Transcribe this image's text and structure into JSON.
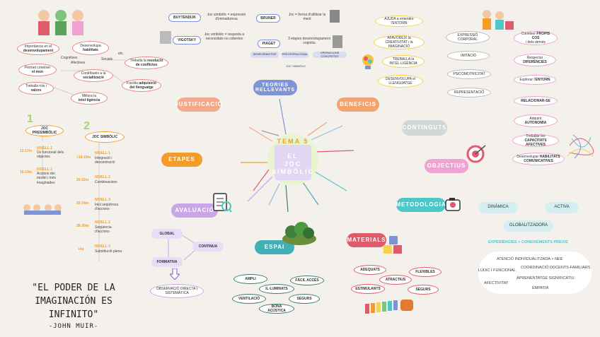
{
  "center": {
    "tema": "TEMA 5",
    "line1": "EL",
    "line2": "JOC",
    "line3": "SIMBÒLIC"
  },
  "branches": {
    "justificacio": "JUSTIFICACIÓ",
    "teories": "TEORIES RELLEVANTS",
    "beneficis": "BENEFICIS",
    "continguts": "CONTINGUTS",
    "objectius": "OBJECTIUS",
    "metodologia": "METODOLOGIA",
    "materials": "MATERIALS",
    "espai": "ESPAI",
    "avaluacio": "AVALUACIÓ",
    "etapes": "ETAPES"
  },
  "justificacio_items": {
    "a": [
      "Importància en el",
      "desenvolupament"
    ],
    "b": [
      "Desenvolupa",
      "habilitats"
    ],
    "c": [
      "Permet conèixer",
      "el mon"
    ],
    "d": [
      "Treballa rols i",
      "valors"
    ],
    "e": [
      "Contribueix a la",
      "socialització"
    ],
    "f": [
      "Millora la",
      "intel·ligència"
    ],
    "g": [
      "Treballa la",
      "resolució de conflictes"
    ],
    "h": [
      "Facilita",
      "adquisició del llenguatge"
    ],
    "cognitives": "Cognitives",
    "socials": "Socials",
    "afectives": "Afectives",
    "etc": "etc."
  },
  "teories_items": {
    "buytendijk": "BUYTENDIJK",
    "buytendijk_text": "Joc simbòlic = expressió d'immaduresa",
    "vigotsky": "VIGOTSKY",
    "vigotsky_text": "Joc simbòlic = resposta a necessitats no cobertes",
    "bruner": "BRUNER",
    "bruner_text": "Joc = forma d'utilitzar la ment",
    "piaget": "PIAGET",
    "piaget_text": "3 etapes desenvolupament cognitiu",
    "piaget_stages": [
      "SENSORIMOTOR",
      "PREOPERACIONAL",
      "OPERACIONS CONCRETES"
    ],
    "piaget_sub": "JOC SIMBÒLIC"
  },
  "beneficis_items": [
    "AJUDA a entendre l'ENTORN",
    "AFAVOREIX la CREATIVITAT i la IMAGINACIÓ",
    "TREBALLA la INTEL·LIGÈNCIA",
    "DESENVOLUPA el LLENGUATGE"
  ],
  "continguts_items": [
    "EXPRESSIÓ CORPORAL",
    "IMITACIÓ",
    "PSICOMOTRICITAT",
    "REPRESENTACIÓ"
  ],
  "objectius_items": {
    "a": [
      "Conèixer",
      "PROPIS COS",
      "i dels demés"
    ],
    "b": [
      "Respectar",
      "DIFERÈNCIES"
    ],
    "c": [
      "Explorar l'",
      "ENTORN"
    ],
    "d": [
      "RELACIONAR-SE"
    ],
    "e": [
      "Adquirir",
      "AUTONOMIA"
    ],
    "f": [
      "Treballar les",
      "CAPACITATS AFECTIVES"
    ],
    "g": [
      "Desenvolupar",
      "HABILITATS COMUNICATIVES"
    ]
  },
  "metodologia_items": {
    "dinamica": "DINÀMICA",
    "activa": "ACTIVA",
    "globalitzadora": "GLOBALITZADORA",
    "experiencies": "EXPERIÈNCIES + CONEIXEMENTS PREVIS",
    "cloud": [
      "ATENCIÓ INDIVIDUALITZADA > NEE",
      "LÚDIC I FUNCIONAL",
      "COORDINACIÓ DOCENTS-FAMILIARS",
      "APRENENTATGE SIGNIFICATIU",
      "AFECTIVITAT",
      "EMPATIA"
    ]
  },
  "materials_items": [
    "ADEQUATS",
    "FLEXIBLES",
    "ATRACTIUS",
    "ESTIMULANTS",
    "SEGURS"
  ],
  "espai_items": [
    "AMPLI",
    "FÀCIL ACCÉS",
    "IL·LUMINATS",
    "VENTILACIÓ",
    "SEGURS",
    "BONA ACÚSTICA"
  ],
  "avaluacio_items": {
    "global": "GLOBAL",
    "continua": "CONTINUA",
    "formativa": "FORMATIVA",
    "observacio": "OBSERVACIÓ DIRECTA I SISTEMÀTICA"
  },
  "etapes_items": {
    "num1": "1",
    "num2": "2",
    "joc_presimbolic": "JOC PRESIMBÒLIC",
    "joc_simbolic": "JOC SIMBÒLIC",
    "left": [
      {
        "age": "12-17m",
        "level": "NIVELL 1",
        "desc": "Ús funcional dels objectes"
      },
      {
        "age": "16-19m",
        "level": "NIVELL 2",
        "desc": "Accions del model i més imaginades"
      }
    ],
    "right": [
      {
        "age": "+18-19m",
        "level": "NIVELL 1",
        "desc": "Integració i descentració"
      },
      {
        "age": "20-22m",
        "level": "NIVELL 2",
        "desc": "Combinacions"
      },
      {
        "age": "22-24m",
        "level": "NIVELL 3",
        "desc": "Inici seqüència d'accions"
      },
      {
        "age": "28-30m",
        "level": "NIVELL 2",
        "desc": "Seqüència d'accions"
      },
      {
        "age": "+4a",
        "level": "NIVELL 3",
        "desc": "Substitució plena"
      }
    ]
  },
  "quote": {
    "line1": "\"EL PODER DE LA",
    "line2": "IMAGINACIÓN ES INFINITO\"",
    "author": "-JOHN MUIR-"
  },
  "colors": {
    "justificacio": "#f4a98c",
    "teories": "#7d94d6",
    "beneficis": "#f2a36e",
    "continguts": "#d2d6d6",
    "objectius": "#f0a2d3",
    "metodologia": "#4cc8c8",
    "materials": "#e15a6c",
    "espai": "#3fb0b6",
    "avaluacio": "#c9a6e8",
    "etapes": "#f39c2a",
    "center": "#e2d7f3",
    "center_text": "#f7c08a"
  }
}
